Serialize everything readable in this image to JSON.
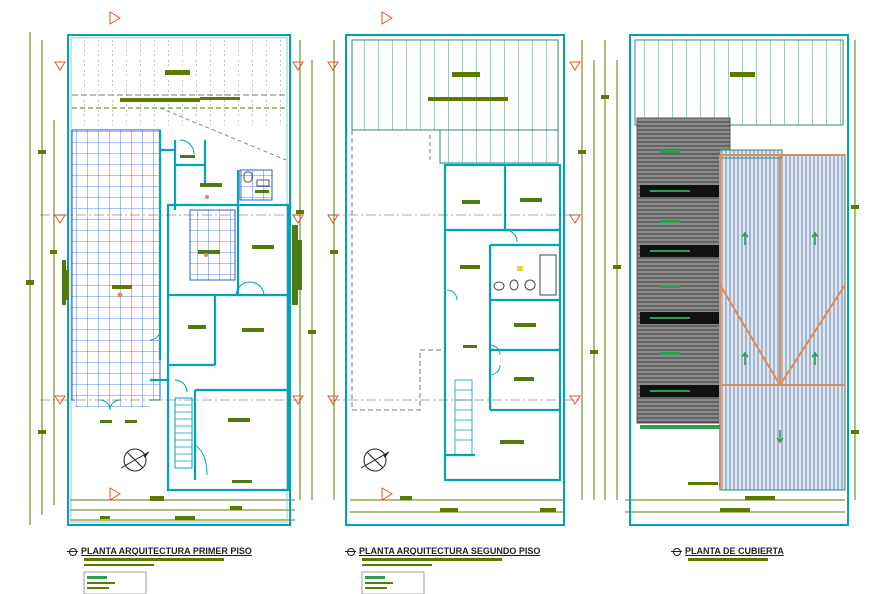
{
  "titles": {
    "first_floor": "PLANTA ARQUITECTURA PRIMER PISO",
    "second_floor": "PLANTA ARQUITECTURA SEGUNDO PISO",
    "roof": "PLANTA DE CUBIERTA"
  },
  "colors": {
    "wall": "#00a3b8",
    "roof_line": "#2b8a78",
    "floor_grid": "#2a5bd7",
    "dimension": "#5c7a00",
    "label": "#4f7a12",
    "axis_marker": "#e0562a",
    "roof_ridge": "#e08c58",
    "roof_dark": "#595959",
    "slab_outline": "#2f9b53"
  },
  "icons": [
    "north-arrow-icon",
    "level-marker-icon",
    "section-marker-icon",
    "title-target-icon"
  ]
}
